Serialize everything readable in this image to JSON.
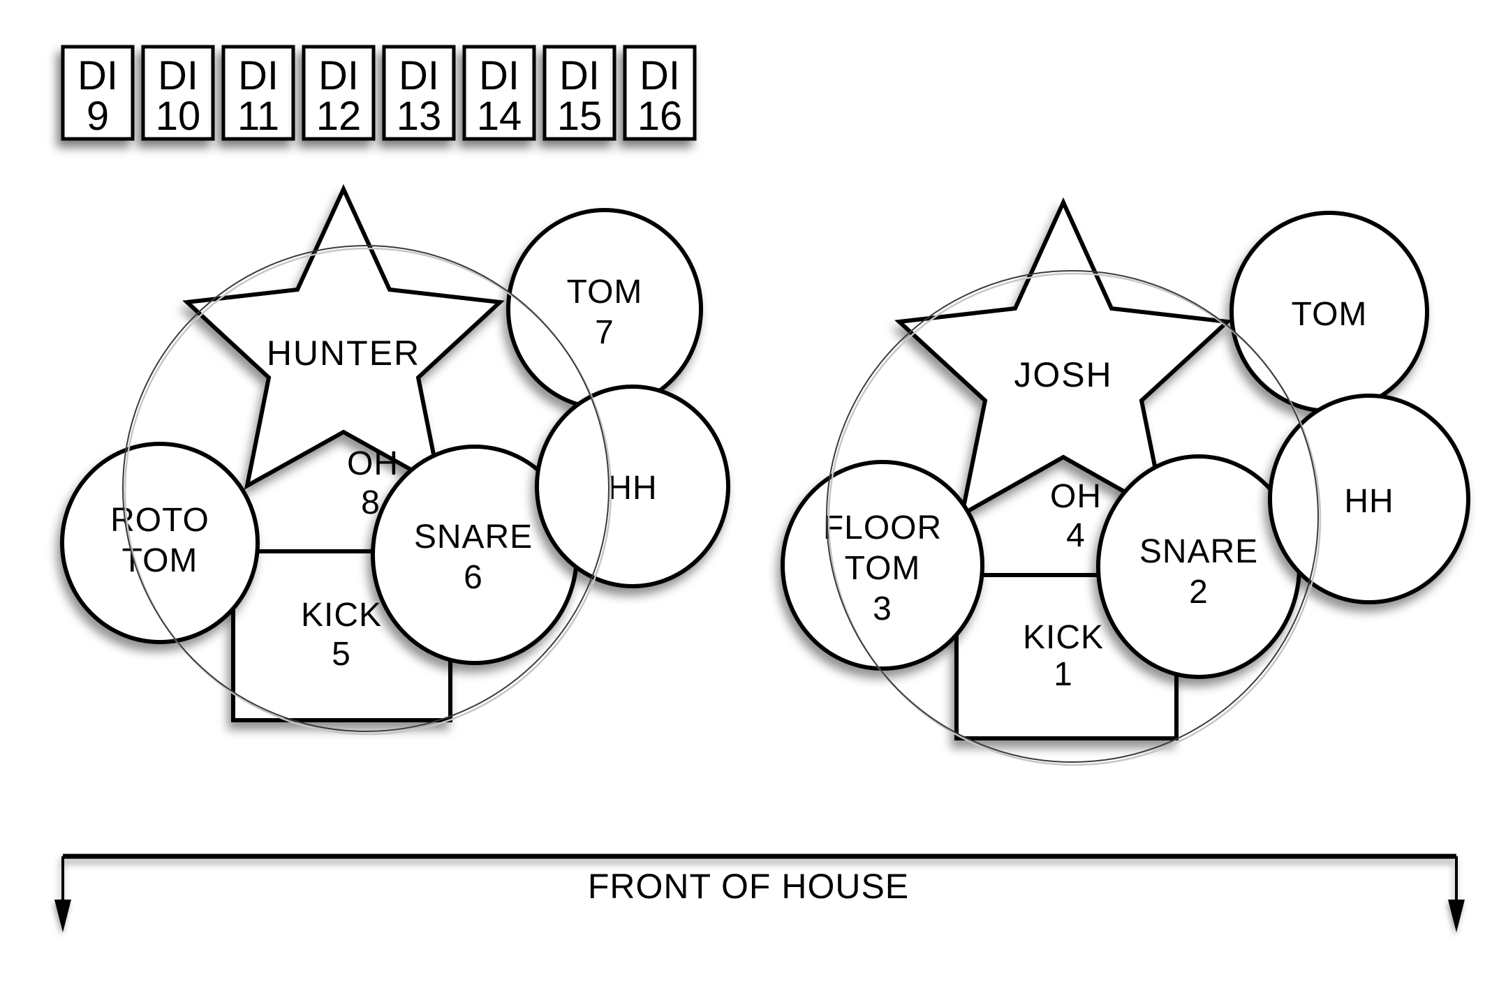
{
  "di_row": {
    "boxes": [
      {
        "label": "DI",
        "channel": "9"
      },
      {
        "label": "DI",
        "channel": "10"
      },
      {
        "label": "DI",
        "channel": "11"
      },
      {
        "label": "DI",
        "channel": "12"
      },
      {
        "label": "DI",
        "channel": "13"
      },
      {
        "label": "DI",
        "channel": "14"
      },
      {
        "label": "DI",
        "channel": "15"
      },
      {
        "label": "DI",
        "channel": "16"
      }
    ]
  },
  "kits": [
    {
      "drummer": "HUNTER",
      "kick": {
        "label": "KICK",
        "channel": "5"
      },
      "snare": {
        "label": "SNARE",
        "channel": "6"
      },
      "tom": {
        "label": "TOM",
        "channel": "7"
      },
      "overheads": {
        "label": "OH",
        "channel": "8"
      },
      "hh": {
        "label": "HH"
      },
      "roto_tom": {
        "line1": "ROTO",
        "line2": "TOM"
      }
    },
    {
      "drummer": "JOSH",
      "kick": {
        "label": "KICK",
        "channel": "1"
      },
      "snare": {
        "label": "SNARE",
        "channel": "2"
      },
      "floor_tom": {
        "line1": "FLOOR",
        "line2": "TOM",
        "channel": "3"
      },
      "overheads": {
        "label": "OH",
        "channel": "4"
      },
      "tom": {
        "label": "TOM"
      },
      "hh": {
        "label": "HH"
      }
    }
  ],
  "foh": {
    "label": "FRONT OF HOUSE"
  },
  "colors": {
    "ink": "#000000",
    "paper": "#ffffff",
    "riser_line": "#3a3a3a"
  }
}
